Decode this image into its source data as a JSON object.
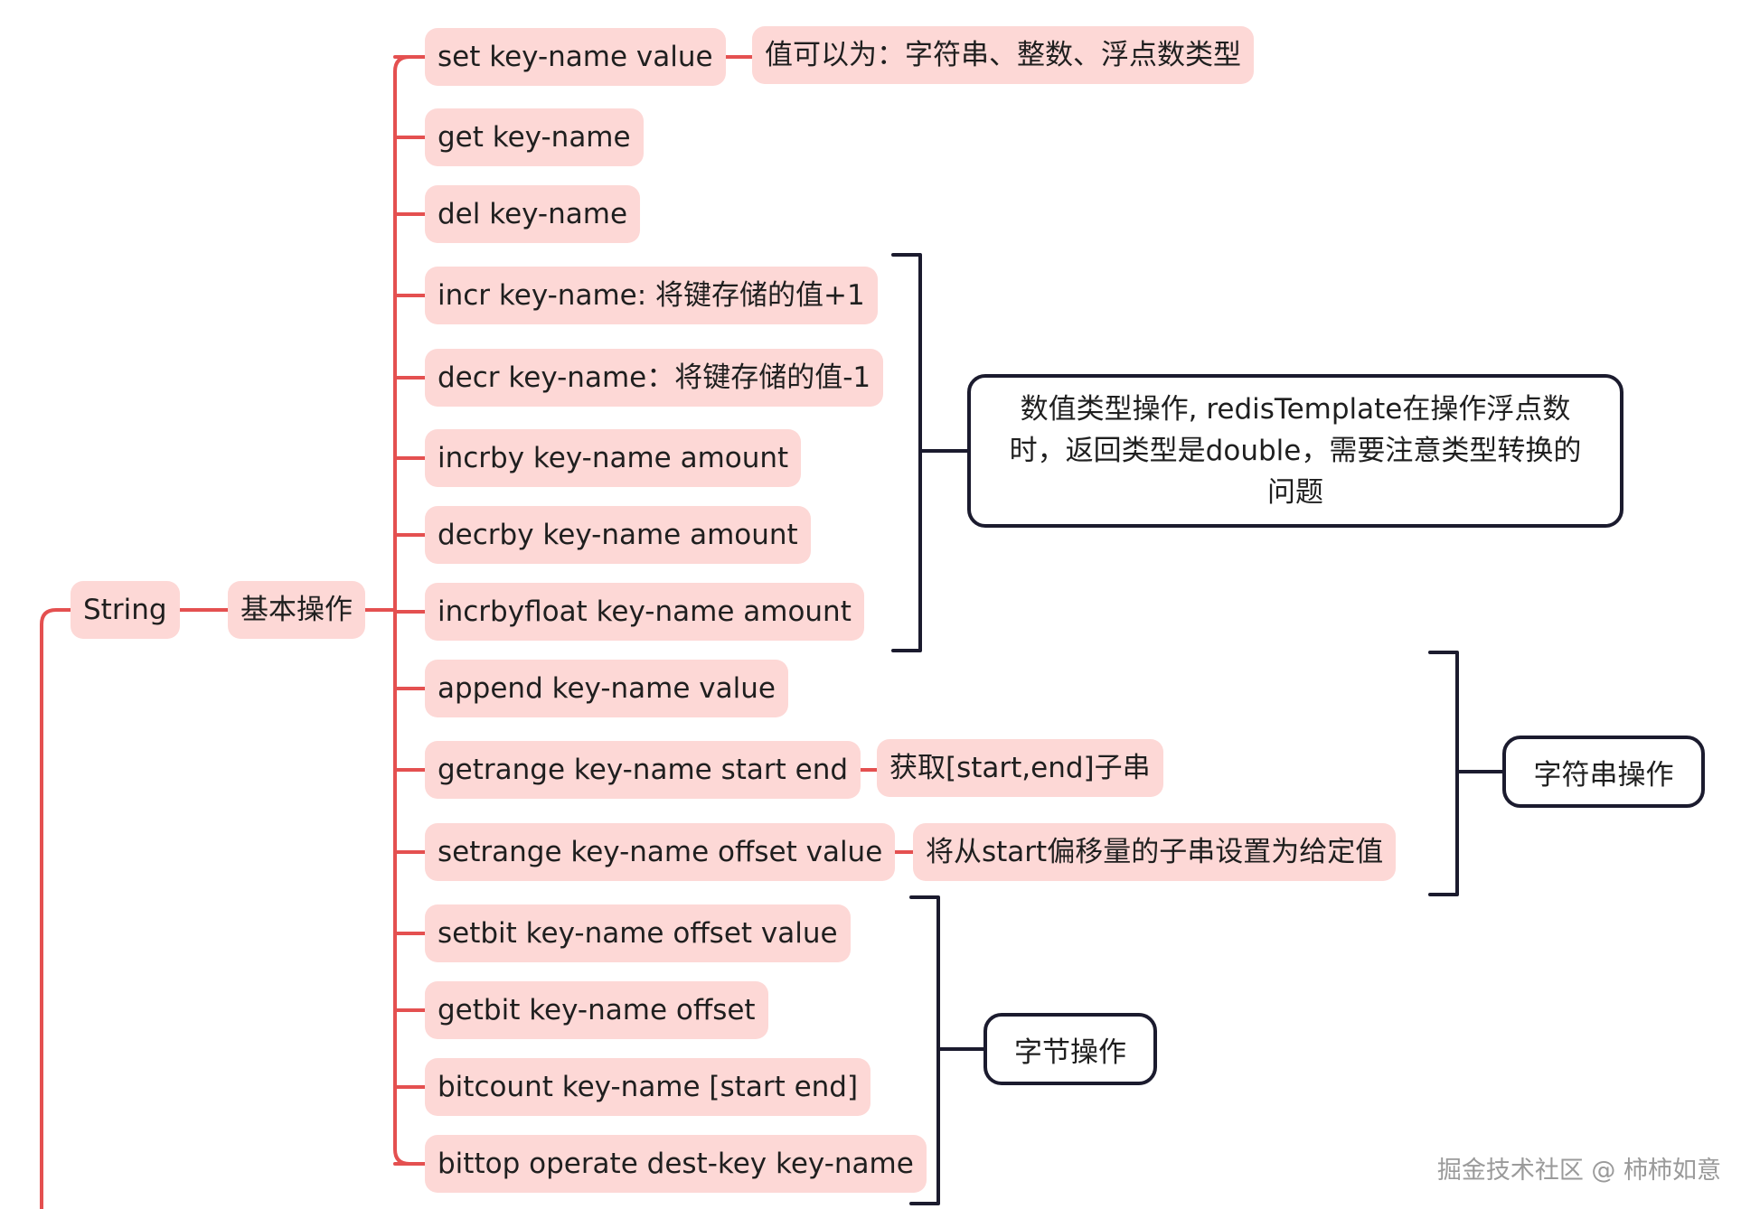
{
  "root": {
    "label": "String"
  },
  "category": {
    "label": "基本操作"
  },
  "commands": [
    {
      "id": "set",
      "label": "set key-name value"
    },
    {
      "id": "get",
      "label": "get key-name"
    },
    {
      "id": "del",
      "label": "del key-name"
    },
    {
      "id": "incr",
      "label": "incr key-name: 将键存储的值+1"
    },
    {
      "id": "decr",
      "label": "decr key-name：将键存储的值-1"
    },
    {
      "id": "incrby",
      "label": "incrby key-name amount"
    },
    {
      "id": "decrby",
      "label": "decrby key-name amount"
    },
    {
      "id": "incrbyfloat",
      "label": "incrbyfloat key-name amount"
    },
    {
      "id": "append",
      "label": "append key-name value"
    },
    {
      "id": "getrange",
      "label": "getrange key-name start end"
    },
    {
      "id": "setrange",
      "label": "setrange key-name offset value"
    },
    {
      "id": "setbit",
      "label": "setbit key-name offset value"
    },
    {
      "id": "getbit",
      "label": "getbit key-name offset"
    },
    {
      "id": "bitcount",
      "label": "bitcount key-name [start end]"
    },
    {
      "id": "bittop",
      "label": "bittop operate dest-key key-name"
    }
  ],
  "notes": {
    "set": "值可以为：字符串、整数、浮点数类型",
    "getrange": "获取[start,end]子串",
    "setrange": "将从start偏移量的子串设置为给定值"
  },
  "groups": {
    "numeric": {
      "line1": "数值类型操作, redisTemplate在操作浮点数",
      "line2": "时，返回类型是double，需要注意类型转换的",
      "line3": "问题"
    },
    "string_ops": "字符串操作",
    "byte_ops": "字节操作"
  },
  "watermark": "掘金技术社区 @ 柿柿如意",
  "colors": {
    "connector": "#e45050",
    "node_fill": "#fdd8d6",
    "bracket": "#1b1b2e"
  }
}
